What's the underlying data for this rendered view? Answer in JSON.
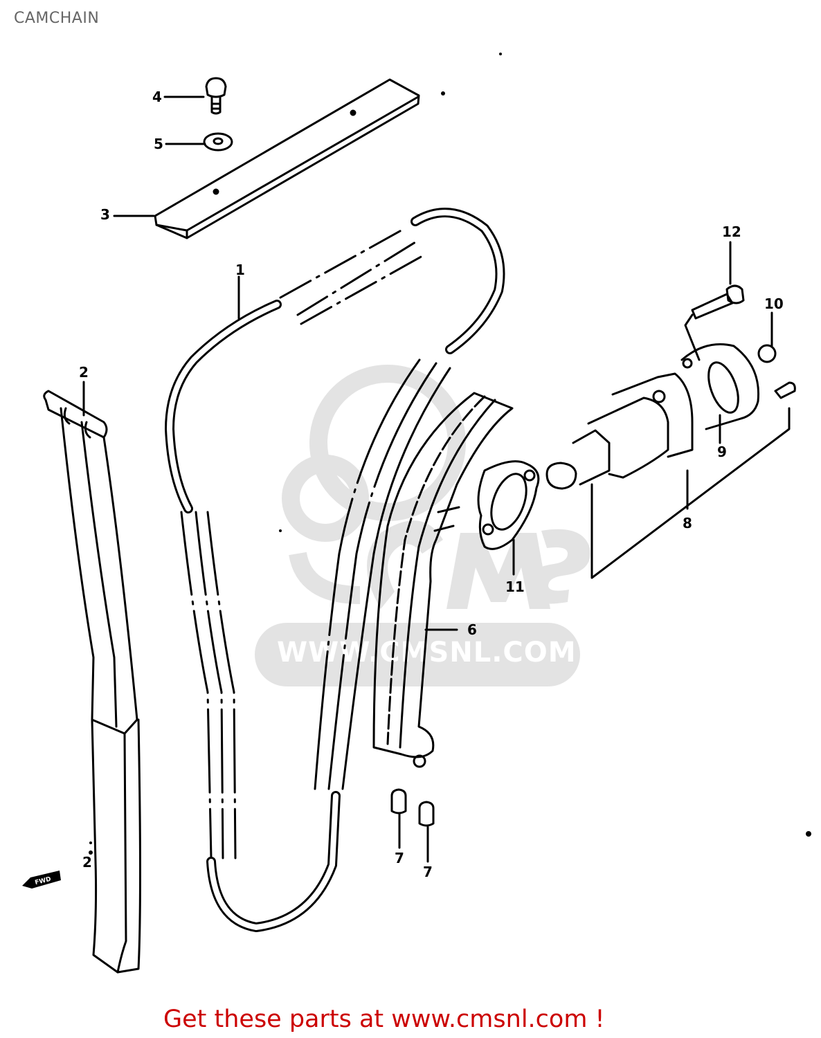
{
  "header": {
    "title": "CAMCHAIN"
  },
  "diagram": {
    "type": "exploded-parts-view",
    "subject": "Cam chain assembly",
    "watermark": {
      "text": "WWW.CMSNL.COM",
      "logo": "CMS",
      "color": "#e3e3e3"
    },
    "direction_marker": {
      "label": "FWD",
      "icon": "arrow-left-icon"
    },
    "callouts": [
      {
        "number": "1",
        "part": "cam chain"
      },
      {
        "number": "2",
        "part": "chain guide (rear)"
      },
      {
        "number": "2",
        "part": "chain guide (rear) lower"
      },
      {
        "number": "3",
        "part": "chain guide (top)"
      },
      {
        "number": "4",
        "part": "bolt"
      },
      {
        "number": "5",
        "part": "washer"
      },
      {
        "number": "6",
        "part": "tensioner guide"
      },
      {
        "number": "7",
        "part": "damper"
      },
      {
        "number": "7",
        "part": "damper"
      },
      {
        "number": "8",
        "part": "tensioner assembly"
      },
      {
        "number": "9",
        "part": "tensioner cover"
      },
      {
        "number": "10",
        "part": "plug"
      },
      {
        "number": "11",
        "part": "gasket"
      },
      {
        "number": "12",
        "part": "bolt"
      }
    ]
  },
  "footer": {
    "link_text": "Get these parts at www.cmsnl.com !",
    "color": "#cc0000"
  }
}
